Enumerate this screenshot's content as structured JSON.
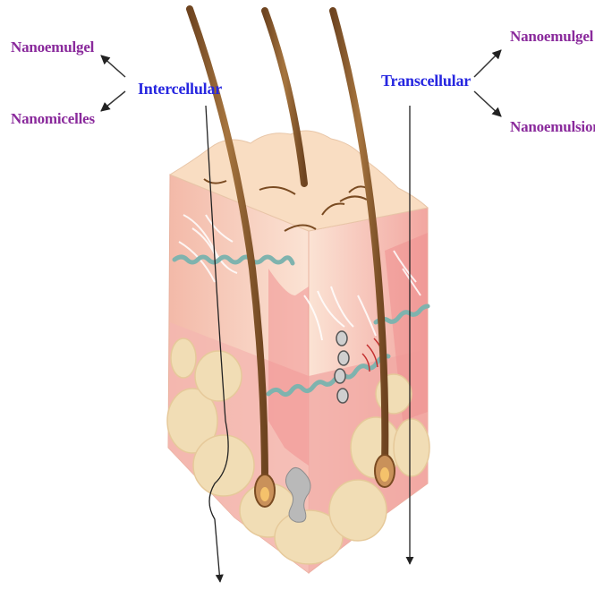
{
  "labels": {
    "intercellular": "Intercellular",
    "transcellular": "Transcellular",
    "left_top": "Nanoemulgel",
    "left_bottom": "Nanomicelles",
    "right_top": "Nanoemulgel",
    "right_bottom": "Nanoemulsion"
  },
  "colors": {
    "route_text": "#2626e0",
    "carrier_text": "#8a2a9c",
    "skin_top": "#f8dcc0",
    "skin_side": "#f6cbb8",
    "dermis_pink": "#f3a5a5",
    "fat_cells": "#f1ddb5",
    "hair": "#8b5a2b",
    "wavy_layer": "#7fb3ae",
    "arrow": "#000000"
  }
}
